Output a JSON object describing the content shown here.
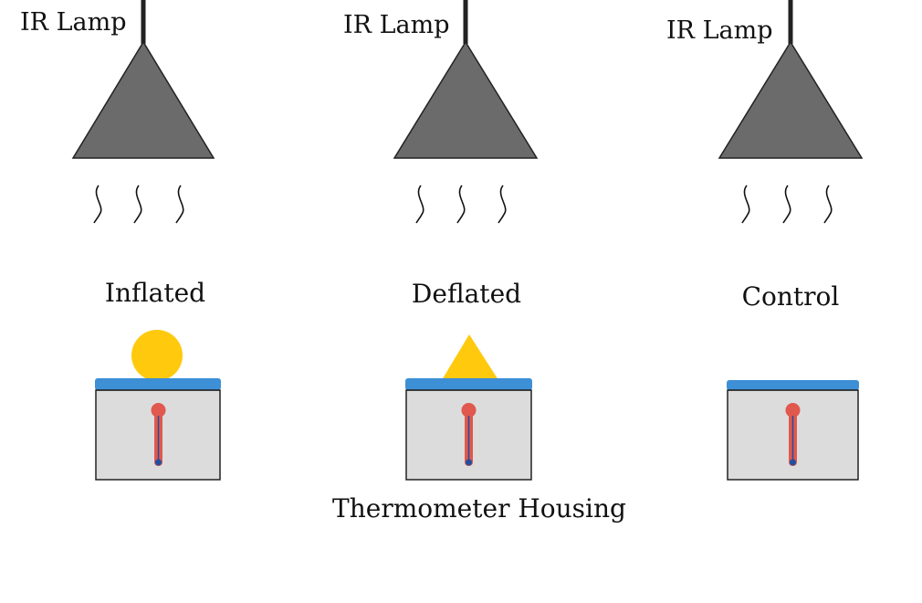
{
  "lamps": [
    {
      "label": "IR Lamp"
    },
    {
      "label": "IR Lamp"
    },
    {
      "label": "IR Lamp"
    }
  ],
  "conditions": [
    {
      "label": "Inflated",
      "object": "circle"
    },
    {
      "label": "Deflated",
      "object": "triangle"
    },
    {
      "label": "Control",
      "object": "none"
    }
  ],
  "housing_caption": "Thermometer Housing",
  "colors": {
    "lamp_shade": "#6b6b6b",
    "lamp_cord": "#222222",
    "heat_wave": "#111111",
    "housing_fill": "#dcdcdc",
    "housing_top": "#3d8fd6",
    "thermometer": "#e0584e",
    "thermometer_bulb": "#1f4fa0",
    "object_fill": "#ffc90e"
  }
}
